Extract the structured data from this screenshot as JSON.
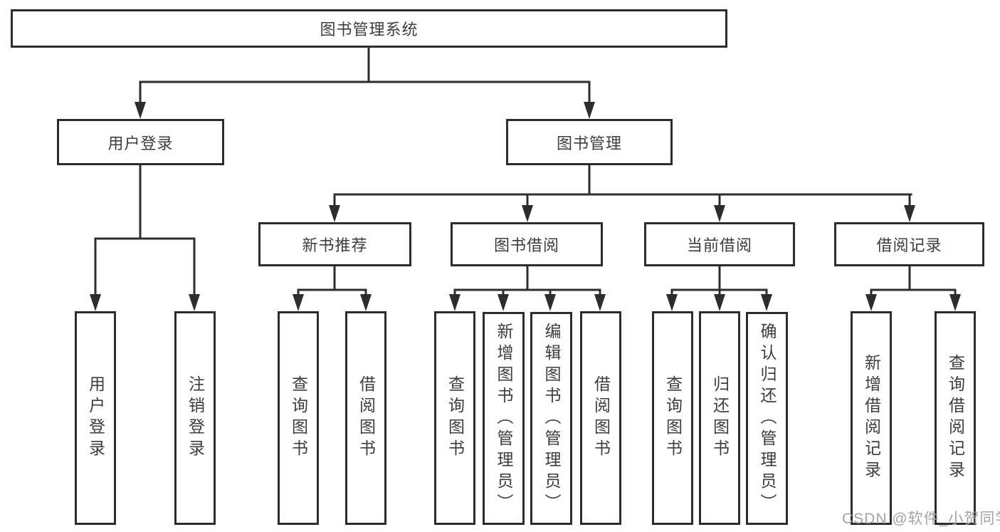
{
  "diagram": {
    "tree": {
      "root": {
        "label": "图书管理系统",
        "children": [
          {
            "label": "用户登录",
            "children": [
              {
                "label": "用户登录"
              },
              {
                "label": "注销登录"
              }
            ]
          },
          {
            "label": "图书管理",
            "children": [
              {
                "label": "新书推荐",
                "children": [
                  {
                    "label": "查询图书"
                  },
                  {
                    "label": "借阅图书"
                  }
                ]
              },
              {
                "label": "图书借阅",
                "children": [
                  {
                    "label": "查询图书"
                  },
                  {
                    "label": "新增图书（管理员）"
                  },
                  {
                    "label": "编辑图书（管理员）"
                  },
                  {
                    "label": "借阅图书"
                  }
                ]
              },
              {
                "label": "当前借阅",
                "children": [
                  {
                    "label": "查询图书"
                  },
                  {
                    "label": "归还图书"
                  },
                  {
                    "label": "确认归还（管理员）"
                  }
                ]
              },
              {
                "label": "借阅记录",
                "children": [
                  {
                    "label": "新增借阅记录"
                  },
                  {
                    "label": "查询借阅记录"
                  }
                ]
              }
            ]
          }
        ]
      }
    },
    "colors": {
      "line": "#2d2d2d",
      "text": "#3d3d3d",
      "watermark": "#a3a3a3"
    }
  },
  "watermark": {
    "text": "CSDN @软件_小贺同学"
  }
}
